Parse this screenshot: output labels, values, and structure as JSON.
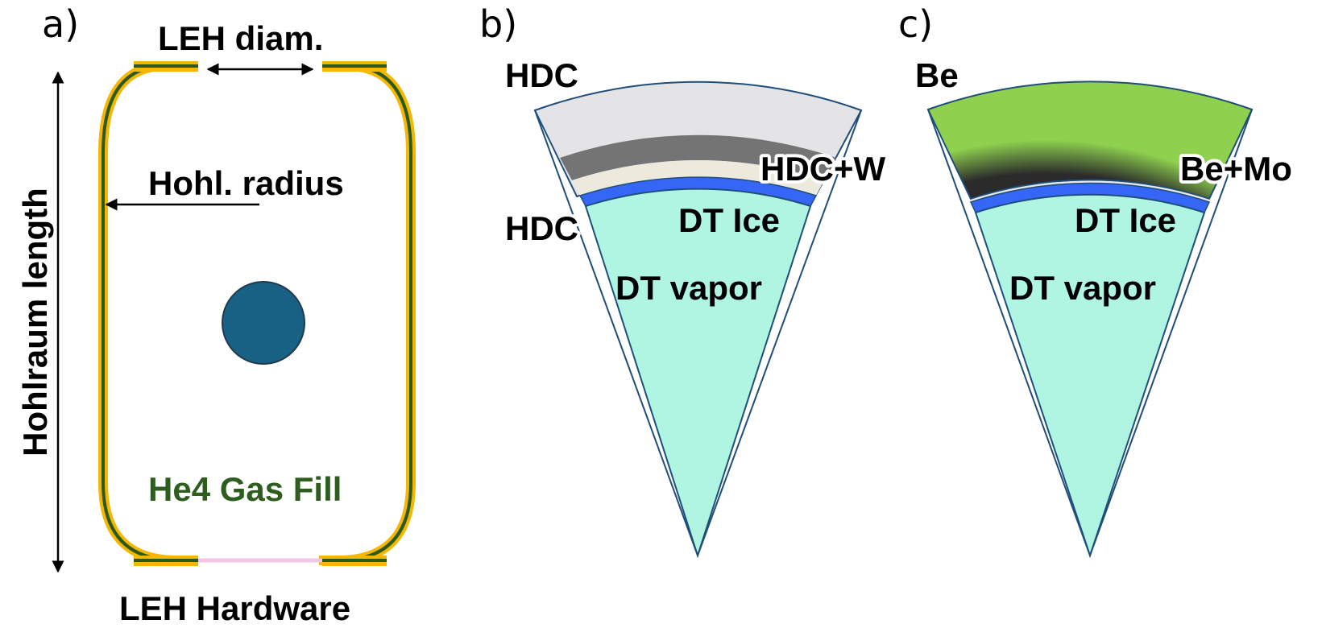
{
  "panels": {
    "a": {
      "label": "a)",
      "leh_diam": "LEH diam.",
      "hohl_radius": "Hohl. radius",
      "hohlraum_length": "Hohlraum length",
      "gas_fill": "He4 Gas Fill",
      "leh_hardware": "LEH Hardware"
    },
    "b": {
      "label": "b)",
      "outer": "HDC",
      "doped": "HDC+W",
      "inner": "HDC",
      "ice": "DT Ice",
      "vapor": "DT vapor"
    },
    "c": {
      "label": "c)",
      "outer": "Be",
      "doped": "Be+Mo",
      "ice": "DT Ice",
      "vapor": "DT vapor"
    }
  },
  "colors": {
    "wall_gold": "#f5b700",
    "wall_green": "#2d5a1b",
    "capsule": "#186184",
    "window_pink": "#f2c6e6",
    "hdc": "#e4e4e6",
    "hdc_w": "#747474",
    "ice": "#3566f5",
    "vapor": "#aff5e2",
    "be": "#8fd14f",
    "outline": "#1f4e79"
  }
}
